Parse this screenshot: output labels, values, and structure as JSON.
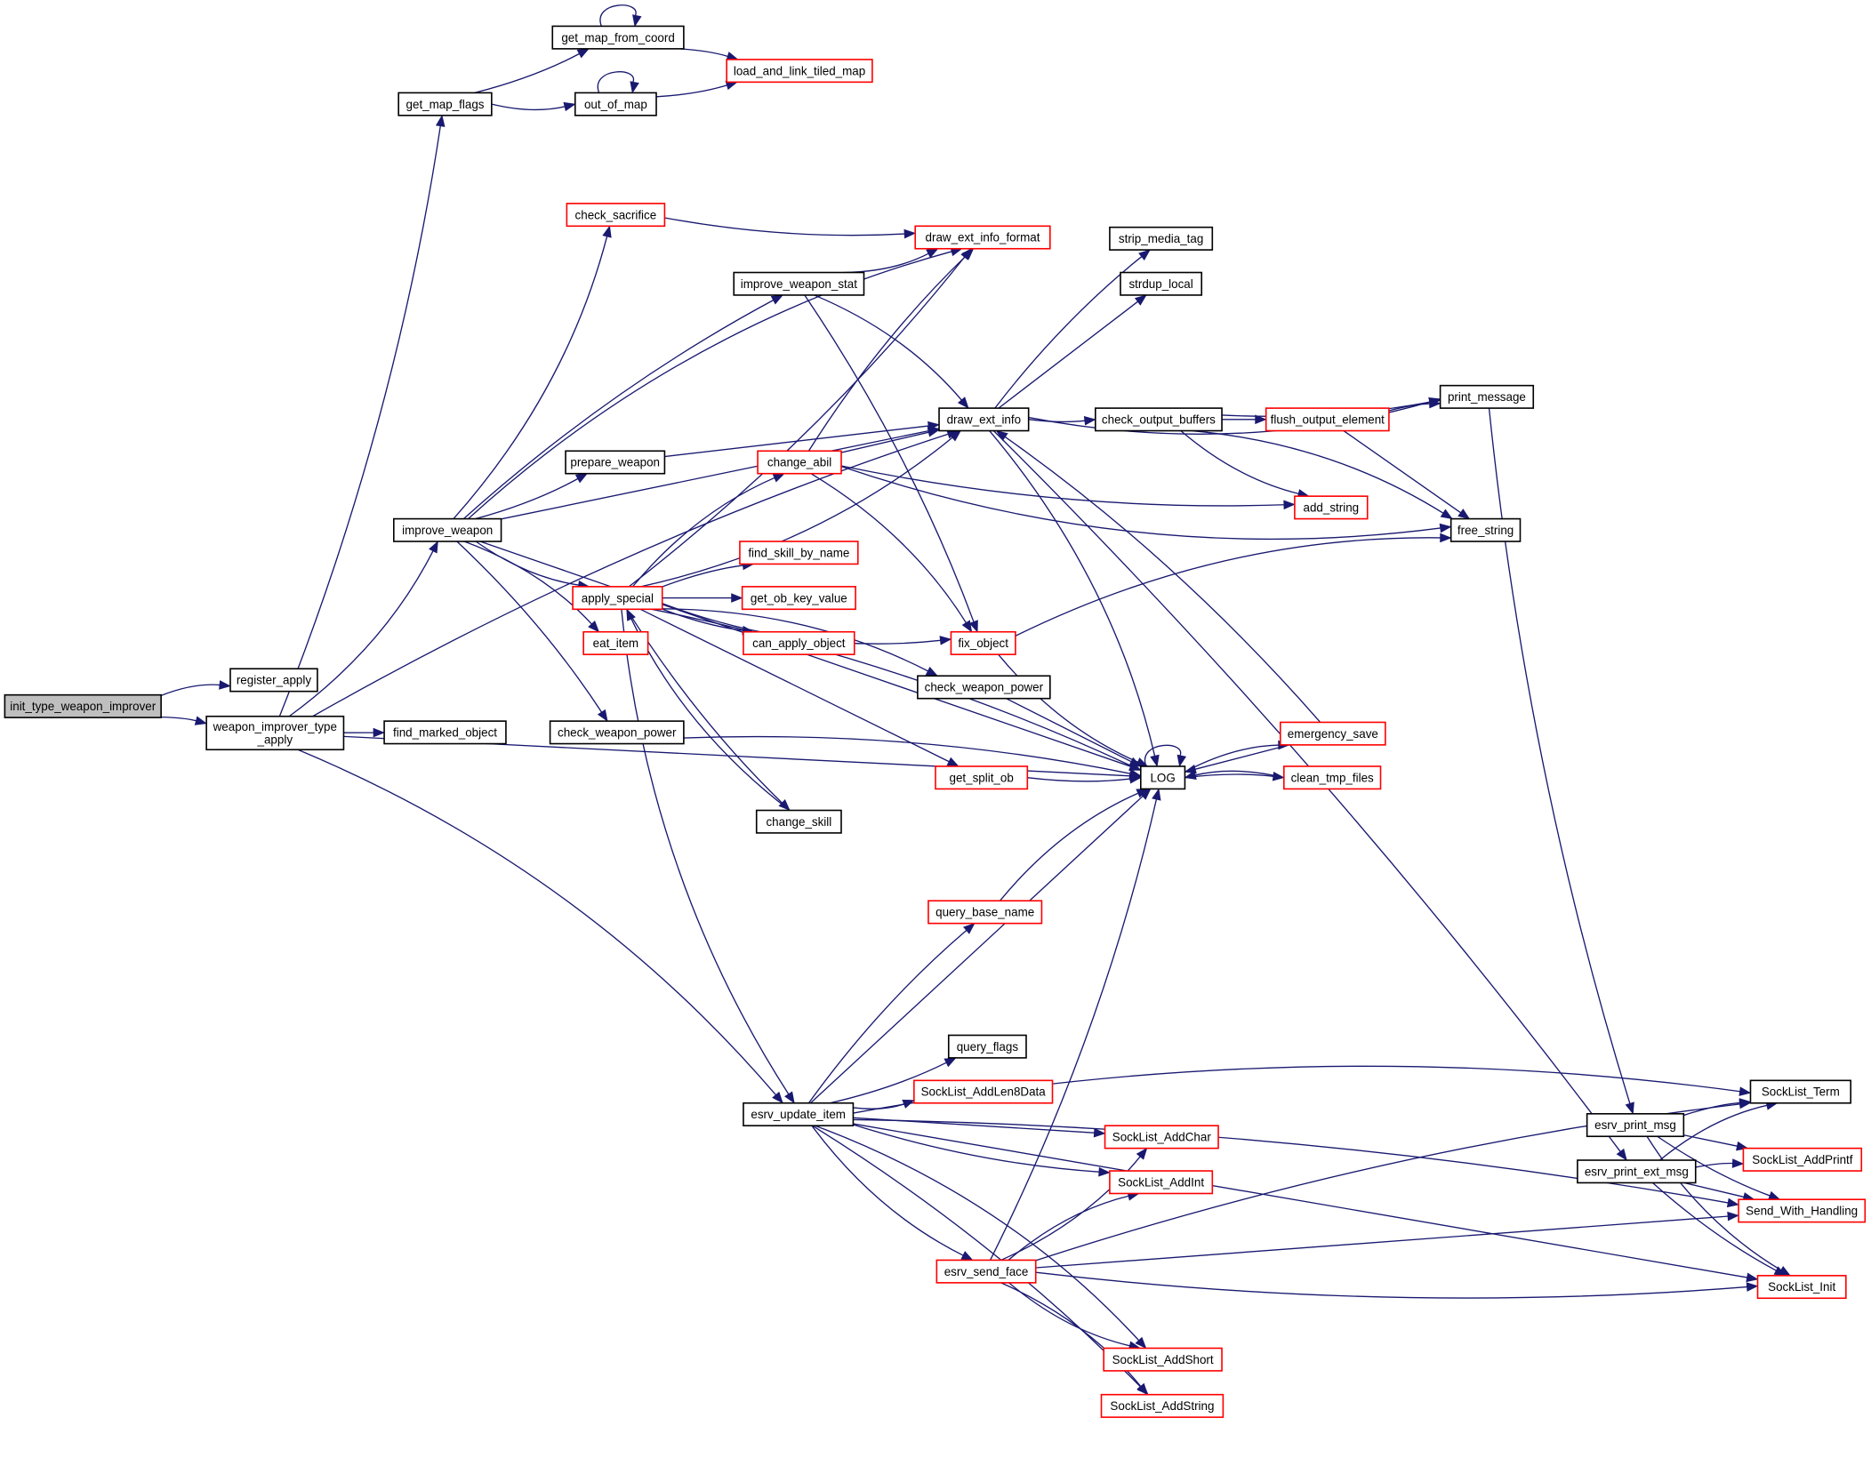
{
  "diagram": {
    "title": "init_type_weapon_improver call graph",
    "colors": {
      "edge": "#191970",
      "node_border": "#000000",
      "truncated_border": "#ff0000",
      "root_fill": "#bfbfbf"
    },
    "nodes": [
      {
        "id": "init_type_weapon_improver",
        "label": "init_type_weapon_improver",
        "kind": "root"
      },
      {
        "id": "register_apply",
        "label": "register_apply",
        "kind": "normal"
      },
      {
        "id": "weapon_improver_type_apply",
        "label": [
          "weapon_improver_type",
          "_apply"
        ],
        "kind": "normal"
      },
      {
        "id": "find_marked_object",
        "label": "find_marked_object",
        "kind": "normal"
      },
      {
        "id": "get_map_flags",
        "label": "get_map_flags",
        "kind": "normal"
      },
      {
        "id": "get_map_from_coord",
        "label": "get_map_from_coord",
        "kind": "normal"
      },
      {
        "id": "out_of_map",
        "label": "out_of_map",
        "kind": "normal"
      },
      {
        "id": "load_and_link_tiled_map",
        "label": "load_and_link_tiled_map",
        "kind": "truncated"
      },
      {
        "id": "check_sacrifice",
        "label": "check_sacrifice",
        "kind": "truncated"
      },
      {
        "id": "draw_ext_info_format",
        "label": "draw_ext_info_format",
        "kind": "truncated"
      },
      {
        "id": "improve_weapon_stat",
        "label": "improve_weapon_stat",
        "kind": "normal"
      },
      {
        "id": "strip_media_tag",
        "label": "strip_media_tag",
        "kind": "normal"
      },
      {
        "id": "strdup_local",
        "label": "strdup_local",
        "kind": "normal"
      },
      {
        "id": "draw_ext_info",
        "label": "draw_ext_info",
        "kind": "normal"
      },
      {
        "id": "check_output_buffers",
        "label": "check_output_buffers",
        "kind": "normal"
      },
      {
        "id": "flush_output_element",
        "label": "flush_output_element",
        "kind": "truncated"
      },
      {
        "id": "print_message",
        "label": "print_message",
        "kind": "normal"
      },
      {
        "id": "prepare_weapon",
        "label": "prepare_weapon",
        "kind": "normal"
      },
      {
        "id": "change_abil",
        "label": "change_abil",
        "kind": "truncated"
      },
      {
        "id": "add_string",
        "label": "add_string",
        "kind": "truncated"
      },
      {
        "id": "free_string",
        "label": "free_string",
        "kind": "normal"
      },
      {
        "id": "improve_weapon",
        "label": "improve_weapon",
        "kind": "normal"
      },
      {
        "id": "find_skill_by_name",
        "label": "find_skill_by_name",
        "kind": "truncated"
      },
      {
        "id": "apply_special",
        "label": "apply_special",
        "kind": "truncated"
      },
      {
        "id": "get_ob_key_value",
        "label": "get_ob_key_value",
        "kind": "truncated"
      },
      {
        "id": "eat_item",
        "label": "eat_item",
        "kind": "truncated"
      },
      {
        "id": "can_apply_object",
        "label": "can_apply_object",
        "kind": "truncated"
      },
      {
        "id": "fix_object",
        "label": "fix_object",
        "kind": "truncated"
      },
      {
        "id": "check_weapon_power_1",
        "label": "check_weapon_power",
        "kind": "normal"
      },
      {
        "id": "check_weapon_power_2",
        "label": "check_weapon_power",
        "kind": "normal"
      },
      {
        "id": "emergency_save",
        "label": "emergency_save",
        "kind": "truncated"
      },
      {
        "id": "LOG",
        "label": "LOG",
        "kind": "normal"
      },
      {
        "id": "clean_tmp_files",
        "label": "clean_tmp_files",
        "kind": "truncated"
      },
      {
        "id": "get_split_ob",
        "label": "get_split_ob",
        "kind": "truncated"
      },
      {
        "id": "change_skill",
        "label": "change_skill",
        "kind": "normal"
      },
      {
        "id": "query_base_name",
        "label": "query_base_name",
        "kind": "truncated"
      },
      {
        "id": "query_flags",
        "label": "query_flags",
        "kind": "normal"
      },
      {
        "id": "SockList_AddLen8Data",
        "label": "SockList_AddLen8Data",
        "kind": "truncated"
      },
      {
        "id": "esrv_update_item",
        "label": "esrv_update_item",
        "kind": "normal"
      },
      {
        "id": "SockList_Term",
        "label": "SockList_Term",
        "kind": "normal"
      },
      {
        "id": "esrv_print_msg",
        "label": "esrv_print_msg",
        "kind": "normal"
      },
      {
        "id": "SockList_AddChar",
        "label": "SockList_AddChar",
        "kind": "truncated"
      },
      {
        "id": "SockList_AddPrintf",
        "label": "SockList_AddPrintf",
        "kind": "truncated"
      },
      {
        "id": "esrv_print_ext_msg",
        "label": "esrv_print_ext_msg",
        "kind": "normal"
      },
      {
        "id": "SockList_AddInt",
        "label": "SockList_AddInt",
        "kind": "truncated"
      },
      {
        "id": "Send_With_Handling",
        "label": "Send_With_Handling",
        "kind": "truncated"
      },
      {
        "id": "esrv_send_face",
        "label": "esrv_send_face",
        "kind": "truncated"
      },
      {
        "id": "SockList_Init",
        "label": "SockList_Init",
        "kind": "truncated"
      },
      {
        "id": "SockList_AddShort",
        "label": "SockList_AddShort",
        "kind": "truncated"
      },
      {
        "id": "SockList_AddString",
        "label": "SockList_AddString",
        "kind": "truncated"
      }
    ],
    "edges": [
      [
        "init_type_weapon_improver",
        "register_apply"
      ],
      [
        "init_type_weapon_improver",
        "weapon_improver_type_apply"
      ],
      [
        "weapon_improver_type_apply",
        "find_marked_object"
      ],
      [
        "weapon_improver_type_apply",
        "get_map_flags"
      ],
      [
        "weapon_improver_type_apply",
        "improve_weapon"
      ],
      [
        "weapon_improver_type_apply",
        "esrv_update_item"
      ],
      [
        "weapon_improver_type_apply",
        "draw_ext_info"
      ],
      [
        "weapon_improver_type_apply",
        "LOG"
      ],
      [
        "get_map_flags",
        "get_map_from_coord"
      ],
      [
        "get_map_flags",
        "out_of_map"
      ],
      [
        "get_map_from_coord",
        "get_map_from_coord"
      ],
      [
        "get_map_from_coord",
        "load_and_link_tiled_map"
      ],
      [
        "out_of_map",
        "out_of_map"
      ],
      [
        "out_of_map",
        "load_and_link_tiled_map"
      ],
      [
        "improve_weapon",
        "check_sacrifice"
      ],
      [
        "improve_weapon",
        "draw_ext_info_format"
      ],
      [
        "improve_weapon",
        "improve_weapon_stat"
      ],
      [
        "improve_weapon",
        "draw_ext_info"
      ],
      [
        "improve_weapon",
        "prepare_weapon"
      ],
      [
        "improve_weapon",
        "apply_special"
      ],
      [
        "improve_weapon",
        "eat_item"
      ],
      [
        "improve_weapon",
        "check_weapon_power_1"
      ],
      [
        "improve_weapon",
        "LOG"
      ],
      [
        "check_sacrifice",
        "draw_ext_info_format"
      ],
      [
        "improve_weapon_stat",
        "draw_ext_info_format"
      ],
      [
        "improve_weapon_stat",
        "draw_ext_info"
      ],
      [
        "improve_weapon_stat",
        "fix_object"
      ],
      [
        "prepare_weapon",
        "draw_ext_info"
      ],
      [
        "apply_special",
        "draw_ext_info_format"
      ],
      [
        "apply_special",
        "draw_ext_info"
      ],
      [
        "apply_special",
        "change_abil"
      ],
      [
        "apply_special",
        "find_skill_by_name"
      ],
      [
        "apply_special",
        "get_ob_key_value"
      ],
      [
        "apply_special",
        "can_apply_object"
      ],
      [
        "apply_special",
        "fix_object"
      ],
      [
        "apply_special",
        "check_weapon_power_2"
      ],
      [
        "apply_special",
        "LOG"
      ],
      [
        "apply_special",
        "get_split_ob"
      ],
      [
        "apply_special",
        "change_skill"
      ],
      [
        "apply_special",
        "esrv_update_item"
      ],
      [
        "change_skill",
        "apply_special"
      ],
      [
        "change_abil",
        "draw_ext_info_format"
      ],
      [
        "change_abil",
        "draw_ext_info"
      ],
      [
        "change_abil",
        "add_string"
      ],
      [
        "change_abil",
        "free_string"
      ],
      [
        "change_abil",
        "fix_object"
      ],
      [
        "draw_ext_info",
        "strip_media_tag"
      ],
      [
        "draw_ext_info",
        "strdup_local"
      ],
      [
        "draw_ext_info",
        "check_output_buffers"
      ],
      [
        "draw_ext_info",
        "print_message"
      ],
      [
        "draw_ext_info",
        "LOG"
      ],
      [
        "draw_ext_info",
        "esrv_print_ext_msg"
      ],
      [
        "check_output_buffers",
        "flush_output_element"
      ],
      [
        "check_output_buffers",
        "print_message"
      ],
      [
        "check_output_buffers",
        "add_string"
      ],
      [
        "check_output_buffers",
        "free_string"
      ],
      [
        "flush_output_element",
        "print_message"
      ],
      [
        "flush_output_element",
        "free_string"
      ],
      [
        "print_message",
        "esrv_print_msg"
      ],
      [
        "fix_object",
        "LOG"
      ],
      [
        "fix_object",
        "free_string"
      ],
      [
        "check_weapon_power_1",
        "LOG"
      ],
      [
        "check_weapon_power_2",
        "LOG"
      ],
      [
        "get_split_ob",
        "LOG"
      ],
      [
        "LOG",
        "LOG"
      ],
      [
        "LOG",
        "emergency_save"
      ],
      [
        "LOG",
        "clean_tmp_files"
      ],
      [
        "emergency_save",
        "LOG"
      ],
      [
        "emergency_save",
        "draw_ext_info"
      ],
      [
        "clean_tmp_files",
        "LOG"
      ],
      [
        "query_base_name",
        "LOG"
      ],
      [
        "esrv_update_item",
        "query_base_name"
      ],
      [
        "esrv_update_item",
        "LOG"
      ],
      [
        "esrv_update_item",
        "query_flags"
      ],
      [
        "esrv_update_item",
        "SockList_AddLen8Data"
      ],
      [
        "esrv_update_item",
        "SockList_Term"
      ],
      [
        "esrv_update_item",
        "Send_With_Handling"
      ],
      [
        "esrv_update_item",
        "SockList_AddChar"
      ],
      [
        "esrv_update_item",
        "SockList_AddInt"
      ],
      [
        "esrv_update_item",
        "esrv_send_face"
      ],
      [
        "esrv_update_item",
        "SockList_AddShort"
      ],
      [
        "esrv_update_item",
        "SockList_AddString"
      ],
      [
        "esrv_update_item",
        "SockList_Init"
      ],
      [
        "esrv_send_face",
        "LOG"
      ],
      [
        "esrv_send_face",
        "SockList_AddChar"
      ],
      [
        "esrv_send_face",
        "SockList_AddInt"
      ],
      [
        "esrv_send_face",
        "SockList_Term"
      ],
      [
        "esrv_send_face",
        "Send_With_Handling"
      ],
      [
        "esrv_send_face",
        "SockList_Init"
      ],
      [
        "esrv_send_face",
        "SockList_AddShort"
      ],
      [
        "esrv_send_face",
        "SockList_AddString"
      ],
      [
        "esrv_print_msg",
        "SockList_Term"
      ],
      [
        "esrv_print_msg",
        "SockList_AddPrintf"
      ],
      [
        "esrv_print_msg",
        "Send_With_Handling"
      ],
      [
        "esrv_print_msg",
        "SockList_Init"
      ],
      [
        "esrv_print_ext_msg",
        "SockList_Term"
      ],
      [
        "esrv_print_ext_msg",
        "SockList_AddPrintf"
      ],
      [
        "esrv_print_ext_msg",
        "Send_With_Handling"
      ],
      [
        "esrv_print_ext_msg",
        "SockList_Init"
      ]
    ]
  }
}
